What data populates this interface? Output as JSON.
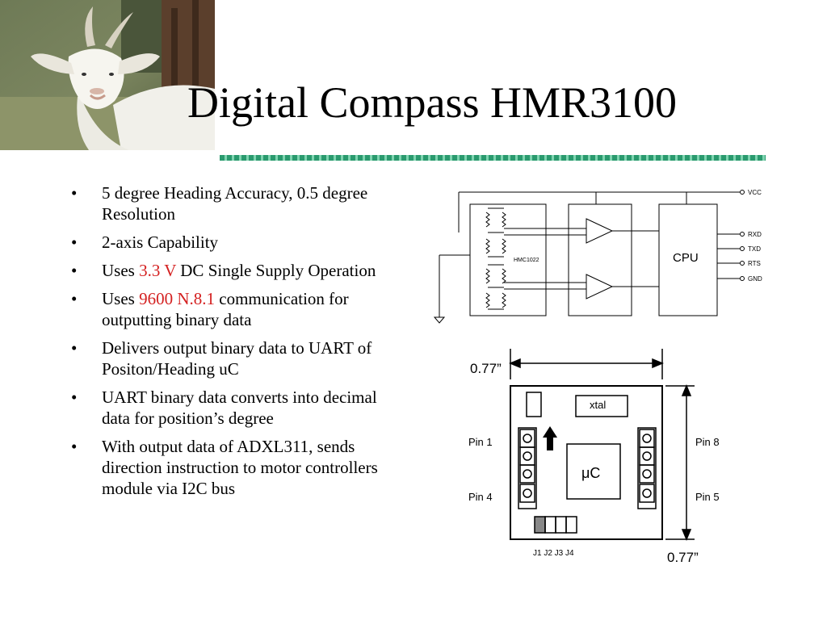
{
  "slide": {
    "title": "Digital Compass HMR3100",
    "bullets": [
      {
        "text": "5 degree Heading Accuracy, 0.5 degree Resolution"
      },
      {
        "text": "2-axis Capability"
      },
      {
        "pre": "Uses ",
        "hl": "3.3 V",
        "post": " DC Single Supply Operation"
      },
      {
        "pre": "Uses ",
        "hl": "9600 N.8.1",
        "post": " communication for outputting binary data"
      },
      {
        "text": "Delivers output binary data to UART of Positon/Heading uC"
      },
      {
        "text": "UART binary data converts into decimal data for  position’s degree"
      },
      {
        "text": "With output data of ADXL311, sends direction instruction to motor controllers module via I2C bus"
      }
    ],
    "highlight_color": "#d42020",
    "rule_color": "#2a9a6e"
  },
  "block_diagram": {
    "sensor_label": "HMC1022",
    "cpu_label": "CPU",
    "pins": [
      "VCC",
      "RXD",
      "TXD",
      "RTS",
      "GND"
    ]
  },
  "board_diagram": {
    "width_dim": "0.77”",
    "height_dim": "0.77”",
    "xtal_label": "xtal",
    "uc_label": "μC",
    "pin1": "Pin 1",
    "pin4": "Pin 4",
    "pin8": "Pin 8",
    "pin5": "Pin 5",
    "jumpers": "J1 J2 J3 J4"
  }
}
